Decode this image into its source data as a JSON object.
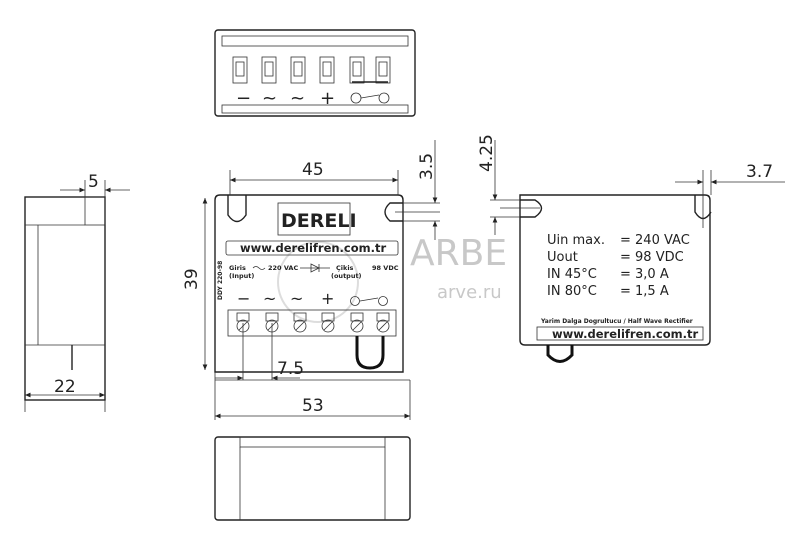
{
  "brand": {
    "logo_text": "DERELI",
    "website": "www.derelifren.com.tr"
  },
  "top_view": {
    "terminal_symbols": [
      "−",
      "~",
      "~",
      "+",
      "o-o"
    ]
  },
  "front_view": {
    "model": "DDY 220-98",
    "input_label": "Giris",
    "input_label_en": "(Input)",
    "input_voltage": "220 VAC",
    "output_label": "Çikis",
    "output_label_en": "(output)",
    "output_voltage": "98 VDC",
    "terminal_symbols": [
      "−",
      "~",
      "~",
      "+",
      "o-o"
    ]
  },
  "side_label": {
    "rows": [
      {
        "name": "Uin max.",
        "main": "U",
        "sub": "in",
        "suffix": " max.",
        "value": "= 240  VAC"
      },
      {
        "name": "Uout",
        "main": "U",
        "sub": "out",
        "suffix": "",
        "value": "= 98  VDC"
      },
      {
        "name": "IN 45°C",
        "main": "I",
        "sub": "N",
        "suffix": "  45°C",
        "value": "= 3,0  A"
      },
      {
        "name": "IN 80°C",
        "main": "I",
        "sub": "N",
        "suffix": "  80°C",
        "value": "= 1,5  A"
      }
    ],
    "description": "Yarim Dalga Dogrultucu / Half Wave Rectifier"
  },
  "dimensions": {
    "width_inner": "45",
    "height": "39",
    "pitch": "7.5",
    "width_total": "53",
    "slot": "3.5",
    "side_slot": "4.25",
    "side_tab": "3.7",
    "depth_top": "5",
    "depth": "22"
  },
  "watermark": {
    "logo": "ARBE",
    "url": "arve.ru"
  }
}
